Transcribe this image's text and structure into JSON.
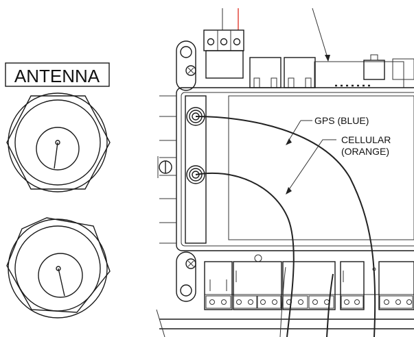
{
  "labels": {
    "antenna": "ANTENNA",
    "gps": "GPS (BLUE)",
    "cellular_line1": "CELLULAR",
    "cellular_line2": "(ORANGE)"
  },
  "colors": {
    "line": "#1a1a1a",
    "power_wire": "#e03a2f",
    "background": "#ffffff"
  }
}
